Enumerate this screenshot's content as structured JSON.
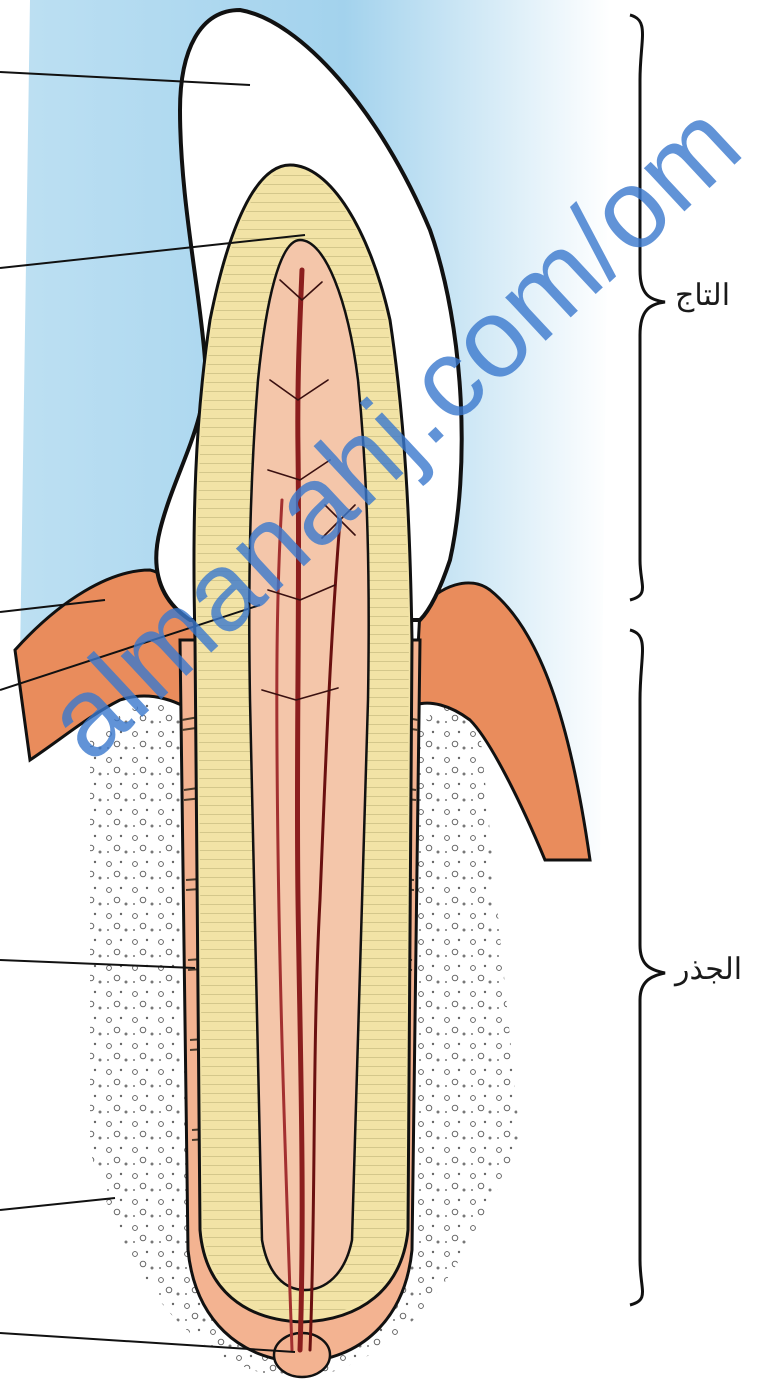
{
  "labels": {
    "crown": "التاج",
    "root": "الجذر"
  },
  "watermark": "almanahj.com/om",
  "colors": {
    "background_blue": "#9ed0ec",
    "enamel": "#ffffff",
    "dentin": "#f2e3a6",
    "pulp": "#f4c6aa",
    "gum": "#e98c5c",
    "cementum_bone": "#f3b391",
    "vessels": "#8b1e1e",
    "outline": "#111111"
  }
}
